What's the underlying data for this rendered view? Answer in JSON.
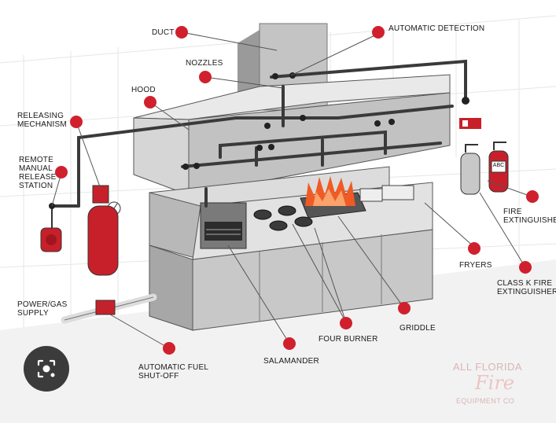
{
  "labels": {
    "duct": "DUCT",
    "automatic_detection": "AUTOMATIC DETECTION",
    "nozzles": "NOZZLES",
    "hood": "HOOD",
    "releasing_mechanism": "RELEASING\nMECHANISM",
    "remote_manual_release_station": "REMOTE\nMANUAL\nRELEASE\nSTATION",
    "fire_extinguisher": "FIRE\nEXTINGUISHE",
    "fryers": "FRYERS",
    "class_k_fire_extinguisher": "CLASS K FIRE\nEXTINGUISHER",
    "power_gas_supply": "POWER/GAS\nSUPPLY",
    "griddle": "GRIDDLE",
    "four_burner": "FOUR BURNER",
    "salamander": "SALAMANDER",
    "automatic_fuel_shut_off": "AUTOMATIC FUEL\nSHUT-OFF"
  },
  "extinguisher_tag": "ABC",
  "watermark": {
    "line1": "ALL FLORIDA",
    "line2": "Fire",
    "line3": "EQUIPMENT CO"
  },
  "colors": {
    "callout_dot": "#d0202e",
    "cylinder_red": "#c8202a",
    "flame": "#f05a24",
    "steel": "#c9c9c9",
    "pipe": "#3a3a3a"
  }
}
